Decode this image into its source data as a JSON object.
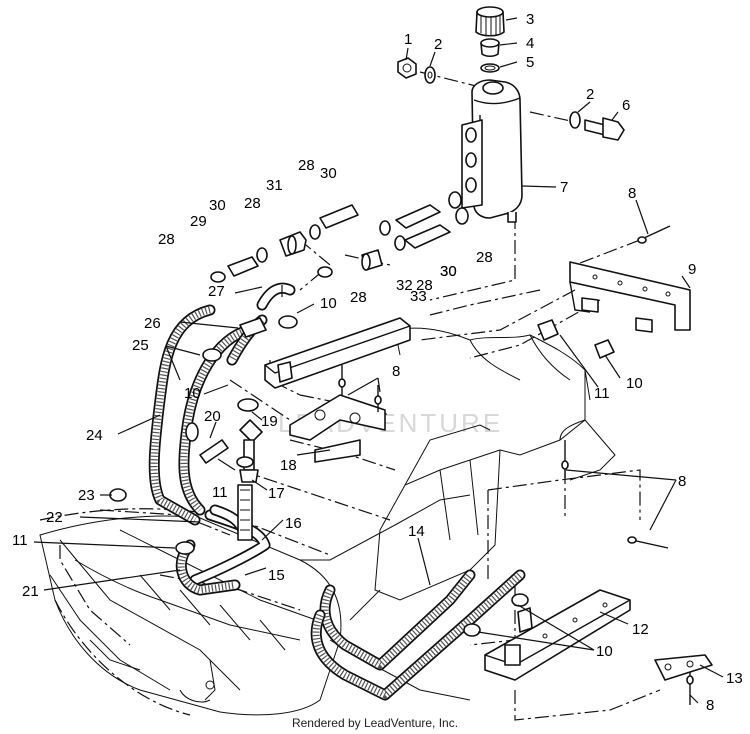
{
  "watermark": "LEADVENTURE",
  "footer": "Rendered by LeadVenture, Inc.",
  "callouts": [
    "1",
    "2",
    "3",
    "4",
    "5",
    "2",
    "6",
    "7",
    "8",
    "9",
    "28",
    "30",
    "31",
    "28",
    "30",
    "29",
    "28",
    "28",
    "30",
    "32",
    "28",
    "30",
    "28",
    "27",
    "10",
    "33",
    "26",
    "25",
    "10",
    "8",
    "11",
    "10",
    "24",
    "20",
    "19",
    "18",
    "23",
    "11",
    "17",
    "22",
    "16",
    "11",
    "21",
    "15",
    "14",
    "8",
    "12",
    "10",
    "13",
    "8"
  ]
}
